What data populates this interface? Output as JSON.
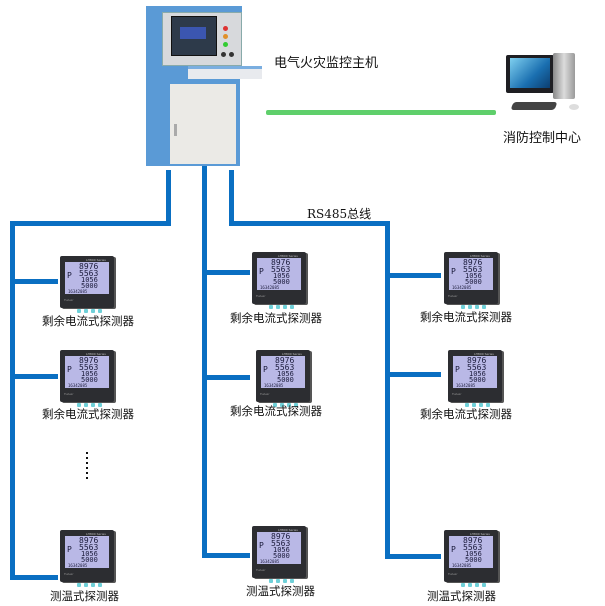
{
  "diagram": {
    "host": {
      "label": "电气火灾监控主机",
      "name": "monitoring-host-cabinet"
    },
    "control_center": {
      "label": "消防控制中心",
      "name": "fire-control-center-pc"
    },
    "bus_label": "RS485总线",
    "link_colors": {
      "bus": "#0a6fc2",
      "network": "#5fcf6b"
    },
    "ellipsis": "⋮",
    "meter_display": {
      "l1": "8976",
      "l2": "5563",
      "l3": "1056",
      "l4": "5000",
      "l5": "16342085",
      "hdr": "LH800 Series",
      "brand": "Fuluer"
    },
    "branches": [
      {
        "id": "left",
        "devices": [
          {
            "label": "剩余电流式探测器"
          },
          {
            "label": "剩余电流式探测器"
          },
          {
            "label": "测温式探测器"
          }
        ]
      },
      {
        "id": "middle",
        "devices": [
          {
            "label": "剩余电流式探测器"
          },
          {
            "label": "剩余电流式探测器"
          },
          {
            "label": "测温式探测器"
          }
        ]
      },
      {
        "id": "right",
        "devices": [
          {
            "label": "剩余电流式探测器"
          },
          {
            "label": "剩余电流式探测器"
          },
          {
            "label": "测温式探测器"
          }
        ]
      }
    ]
  }
}
